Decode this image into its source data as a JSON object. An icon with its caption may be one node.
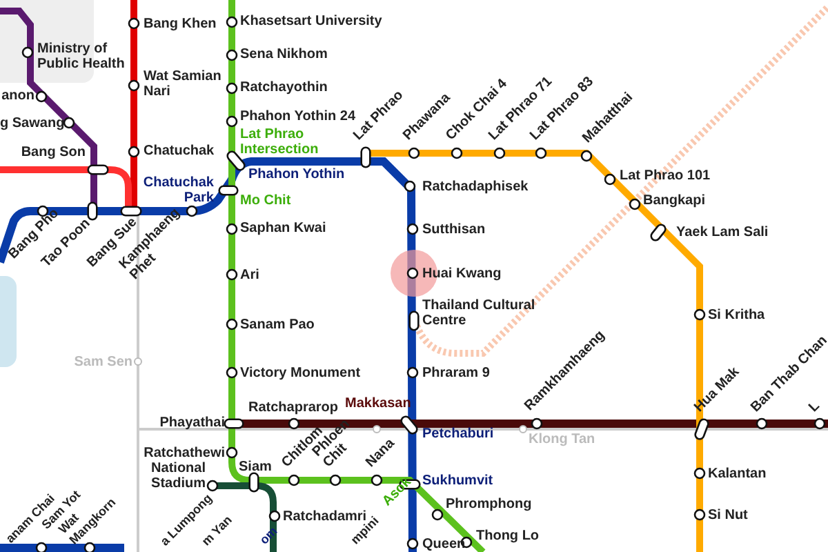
{
  "diagram": {
    "labels": [
      "Ministry of Public Health",
      "anon",
      "g Sawang",
      "Bang Son",
      "Bang Khen",
      "Wat Samian Nari",
      "Chatuchak",
      "Chatuchak Park",
      "Khasetsart University",
      "Sena Nikhom",
      "Ratchayothin",
      "Phahon Yothin 24",
      "Lat Phrao Intersection",
      "Phahon Yothin",
      "Mo Chit",
      "Lat Phrao",
      "Phawana",
      "Chok Chai 4",
      "Lat Phrao 71",
      "Lat Phrao 83",
      "Mahatthai",
      "Ratchadaphisek",
      "Lat Phrao 101",
      "Bangkapi",
      "Yaek Lam Sali",
      "Bang Pho",
      "Tao Poon",
      "Bang Sue",
      "Kamphaeng Phet",
      "Saphan Kwai",
      "Sutthisan",
      "Ari",
      "Huai Kwang",
      "Thailand Cultural Centre",
      "Si Kritha",
      "Sanam Pao",
      "Sam Sen",
      "Victory Monument",
      "Phraram 9",
      "Ramkhamhaeng",
      "Hua Mak",
      "Ban Thab Chan",
      "L",
      "Ratchaprarop",
      "Makkasan",
      "Phayathai",
      "Petchaburi",
      "Klong Tan",
      "Ratchathewi",
      "Chitlom",
      "Phloen Chit",
      "Nana",
      "Siam",
      "National Stadium",
      "Sukhumvit",
      "Kalantan",
      "Asok",
      "Phromphong",
      "anam Chai",
      "Sam Yot",
      "Wat Mangkorn",
      "a Lumpong",
      "m Yan",
      "Ratchadamri",
      "Si Nut",
      "mpini",
      "om",
      "Thong Lo",
      "Queen"
    ]
  }
}
